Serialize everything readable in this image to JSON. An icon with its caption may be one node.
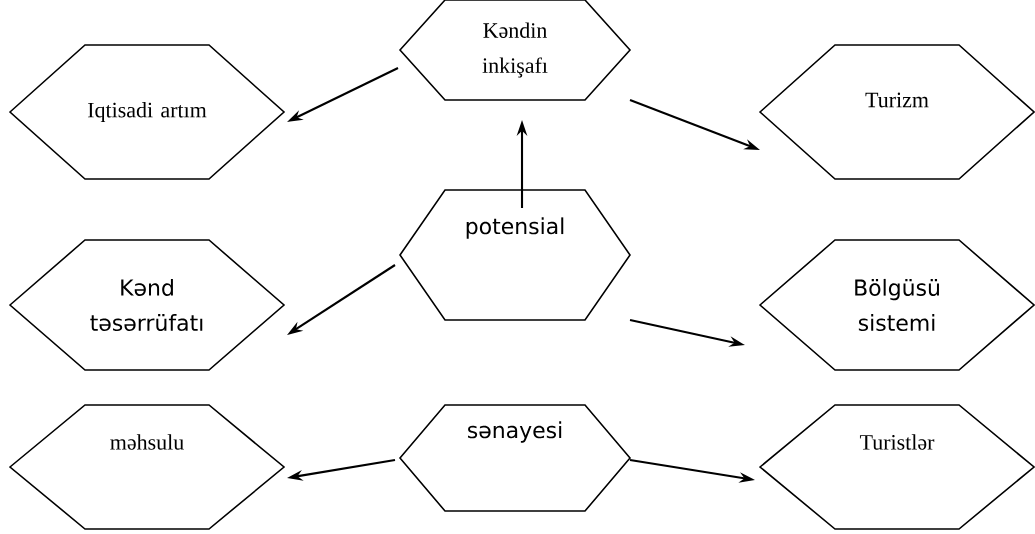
{
  "diagram": {
    "nodes": [
      {
        "text": [
          "Kəndin inkişafı"
        ]
      },
      {
        "text": [
          "Iqtisadi artım"
        ]
      },
      {
        "text": [
          "Turizm"
        ]
      },
      {
        "text": [
          "potensial"
        ]
      },
      {
        "text": [
          "Kənd təsərrüfatı"
        ]
      },
      {
        "text": [
          "Bölgüsü sistemi"
        ]
      },
      {
        "text": [
          "məhsulu"
        ]
      },
      {
        "text": [
          "sənayesi"
        ]
      },
      {
        "text": [
          "Turistlər"
        ]
      }
    ],
    "edges": [
      {
        "from": 0,
        "to": 1,
        "arrow": "to"
      },
      {
        "from": 0,
        "to": 2,
        "arrow": "to"
      },
      {
        "from": 3,
        "to": 0,
        "arrow": "to"
      },
      {
        "from": 3,
        "to": 4,
        "arrow": "to"
      },
      {
        "from": 3,
        "to": 5,
        "arrow": "to"
      },
      {
        "from": 7,
        "to": 6,
        "arrow": "to"
      },
      {
        "from": 7,
        "to": 8,
        "arrow": "to"
      }
    ]
  }
}
